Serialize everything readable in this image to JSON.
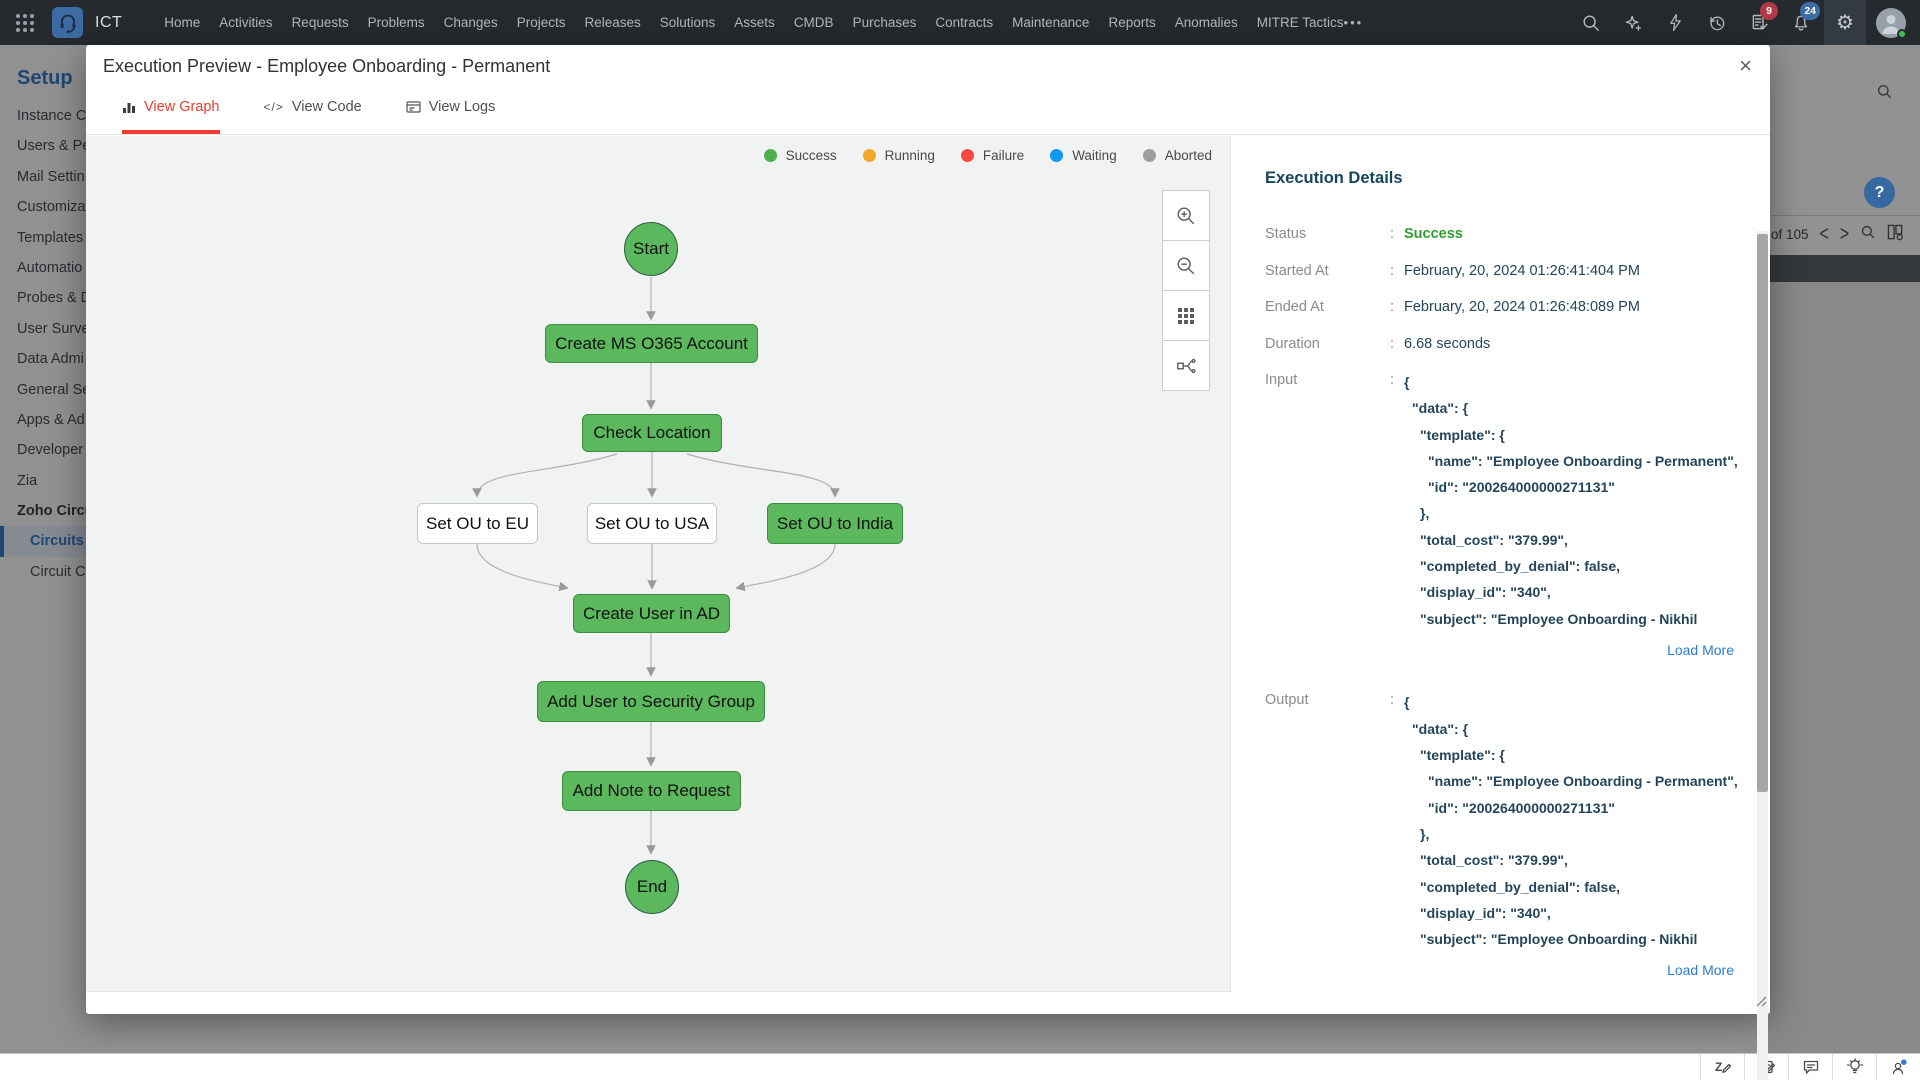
{
  "navbar": {
    "brand": "ICT",
    "menu_items": [
      "Home",
      "Activities",
      "Requests",
      "Problems",
      "Changes",
      "Projects",
      "Releases",
      "Solutions",
      "Assets",
      "CMDB",
      "Purchases",
      "Contracts",
      "Maintenance",
      "Reports",
      "Anomalies",
      "MITRE Tactics"
    ],
    "more_label": "•••",
    "task_badge": "9",
    "notification_badge": "24"
  },
  "sidebar": {
    "title": "Setup",
    "items": [
      {
        "label": "Instance Co",
        "style": "item"
      },
      {
        "label": "Users & Pe",
        "style": "item"
      },
      {
        "label": "Mail Settin",
        "style": "item"
      },
      {
        "label": "Customizat",
        "style": "item"
      },
      {
        "label": "Templates",
        "style": "item"
      },
      {
        "label": "Automatio",
        "style": "item"
      },
      {
        "label": "Probes & D",
        "style": "item"
      },
      {
        "label": "User Surve",
        "style": "item"
      },
      {
        "label": "Data Admi",
        "style": "item"
      },
      {
        "label": "General Se",
        "style": "item"
      },
      {
        "label": "Apps & Ad",
        "style": "item"
      },
      {
        "label": "Developer",
        "style": "item"
      },
      {
        "label": "Zia",
        "style": "item"
      },
      {
        "label": "Zoho Circu",
        "style": "section"
      },
      {
        "label": "Circuits",
        "style": "active"
      },
      {
        "label": "Circuit Co",
        "style": "child"
      }
    ]
  },
  "modal": {
    "title": "Execution Preview - Employee Onboarding - Permanent",
    "close_icon": "×",
    "tabs": [
      {
        "label": "View Graph",
        "active": true
      },
      {
        "label": "View Code",
        "active": false
      },
      {
        "label": "View Logs",
        "active": false
      }
    ],
    "legend": [
      {
        "label": "Success",
        "color": "#4caf50"
      },
      {
        "label": "Running",
        "color": "#f5a62a"
      },
      {
        "label": "Failure",
        "color": "#f64940"
      },
      {
        "label": "Waiting",
        "color": "#0c9af2"
      },
      {
        "label": "Aborted",
        "color": "#9e9e9e"
      }
    ],
    "graph": {
      "nodes": [
        {
          "label": "Start",
          "shape": "circle",
          "status": "success"
        },
        {
          "label": "Create MS O365 Account",
          "shape": "rect",
          "status": "success"
        },
        {
          "label": "Check Location",
          "shape": "rect",
          "status": "success"
        },
        {
          "label": "Set OU to EU",
          "shape": "rect",
          "status": "not-run"
        },
        {
          "label": "Set OU to USA",
          "shape": "rect",
          "status": "not-run"
        },
        {
          "label": "Set OU to India",
          "shape": "rect",
          "status": "success"
        },
        {
          "label": "Create User in AD",
          "shape": "rect",
          "status": "success"
        },
        {
          "label": "Add User to Security Group",
          "shape": "rect",
          "status": "success"
        },
        {
          "label": "Add Note to Request",
          "shape": "rect",
          "status": "success"
        },
        {
          "label": "End",
          "shape": "circle",
          "status": "success"
        }
      ]
    },
    "details": {
      "heading": "Execution Details",
      "colon": ":",
      "rows": [
        {
          "label": "Status",
          "value": "Success",
          "highlight": "green"
        },
        {
          "label": "Started At",
          "value": "February, 20, 2024 01:26:41:404 PM"
        },
        {
          "label": "Ended At",
          "value": "February, 20, 2024 01:26:48:089 PM"
        },
        {
          "label": "Duration",
          "value": "6.68 seconds"
        }
      ],
      "input": {
        "label": "Input",
        "lines": [
          {
            "text": "{",
            "indent": 0
          },
          {
            "text": "\"data\": {",
            "indent": 1
          },
          {
            "text": "\"template\": {",
            "indent": 2
          },
          {
            "text": "\"name\": \"Employee Onboarding - Permanent\",",
            "indent": 3
          },
          {
            "text": "\"id\": \"200264000000271131\"",
            "indent": 3
          },
          {
            "text": "},",
            "indent": 2
          },
          {
            "text": "\"total_cost\": \"379.99\",",
            "indent": 2
          },
          {
            "text": "\"completed_by_denial\": false,",
            "indent": 2
          },
          {
            "text": "\"display_id\": \"340\",",
            "indent": 2
          },
          {
            "text": "\"subject\": \"Employee Onboarding - Nikhil",
            "indent": 2
          }
        ],
        "load_more": "Load More"
      },
      "output": {
        "label": "Output",
        "lines": [
          {
            "text": "{",
            "indent": 0
          },
          {
            "text": "\"data\": {",
            "indent": 1
          },
          {
            "text": "\"template\": {",
            "indent": 2
          },
          {
            "text": "\"name\": \"Employee Onboarding - Permanent\",",
            "indent": 3
          },
          {
            "text": "\"id\": \"200264000000271131\"",
            "indent": 3
          },
          {
            "text": "},",
            "indent": 2
          },
          {
            "text": "\"total_cost\": \"379.99\",",
            "indent": 2
          },
          {
            "text": "\"completed_by_denial\": false,",
            "indent": 2
          },
          {
            "text": "\"display_id\": \"340\",",
            "indent": 2
          },
          {
            "text": "\"subject\": \"Employee Onboarding - Nikhil",
            "indent": 2
          }
        ],
        "load_more": "Load More"
      }
    }
  },
  "background": {
    "help_label": "?",
    "pagination_text": "of 105"
  }
}
